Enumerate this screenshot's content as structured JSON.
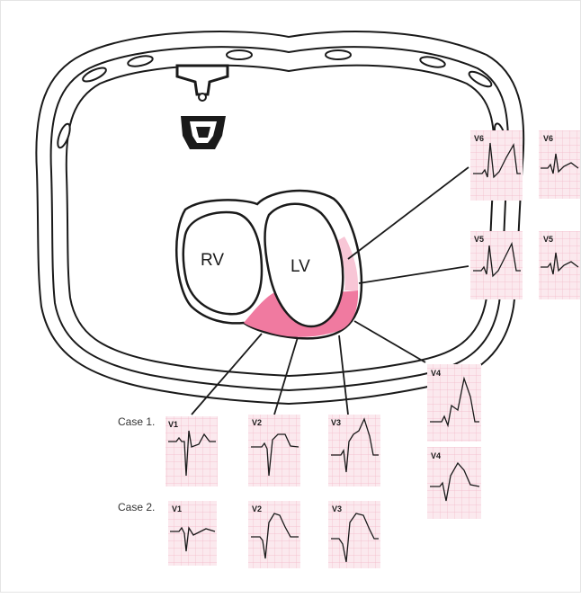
{
  "labels": {
    "rv": "RV",
    "lv": "LV",
    "case1": "Case 1.",
    "case2": "Case 2."
  },
  "colors": {
    "infarct_dark": "#f07aa0",
    "infarct_light": "#f8c6d6",
    "ecg_grid_bg": "#fbe9ee",
    "ecg_grid_line": "#f2b8c8",
    "outline": "#1a1a1a"
  },
  "leads": {
    "case1": [
      "V1",
      "V2",
      "V3"
    ],
    "case2": [
      "V1",
      "V2",
      "V3"
    ],
    "lateral": [
      "V4",
      "V4",
      "V5",
      "V5",
      "V6",
      "V6"
    ]
  }
}
